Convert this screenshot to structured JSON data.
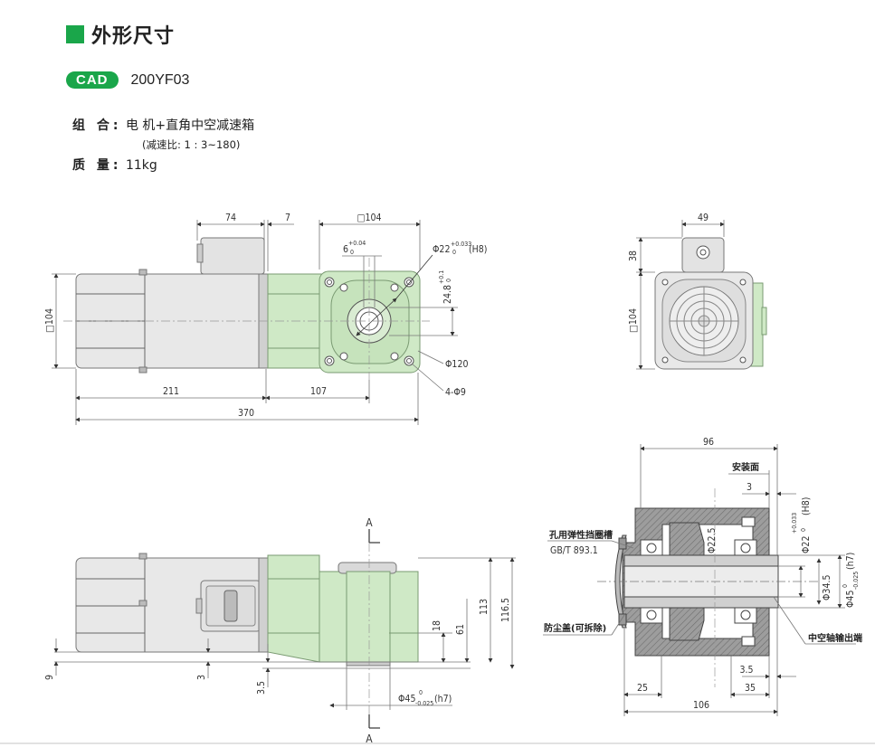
{
  "header": {
    "title": "外形尺寸"
  },
  "cad": {
    "badge": "CAD",
    "model": "200YF03"
  },
  "spec": {
    "combo_label": "组 合:",
    "combo_value": "电 机+直角中空减速箱",
    "ratio_note": "(减速比: 1 : 3~180)",
    "mass_label": "质 量:",
    "mass_value": "11kg"
  },
  "dims": {
    "d74": "74",
    "d7": "7",
    "d104_top": "□104",
    "d6": "6",
    "d6_tol": "+0.04",
    "d6_tol0": "0",
    "d22": "Φ22",
    "d22_tol": "+0.033",
    "d22_tol0": "0",
    "d22_fit": "(H8)",
    "d24": "24.8",
    "d24_tol": "+0.1",
    "d24_tol0": "0",
    "d120": "Φ120",
    "d4phi9": "4-Φ9",
    "d104_left": "□104",
    "d211": "211",
    "d107": "107",
    "d370": "370",
    "d49": "49",
    "d38": "38",
    "d104_side": "□104",
    "secA": "A",
    "d9": "9",
    "d3": "3",
    "d35": "3.5",
    "d18": "18",
    "d61": "61",
    "d113": "113",
    "d1165": "116.5",
    "d45": "Φ45",
    "d45_tol": "0",
    "d45_tol2": "-0.025",
    "d45_fit": "(h7)",
    "d96": "96",
    "d3b": "3",
    "d225": "Φ22.5",
    "d345": "Φ34.5",
    "d22b": "Φ22",
    "d22b_tol": "+0.033",
    "d22b_tol0": "0",
    "d22b_fit": "(H8)",
    "d45b": "Φ45",
    "d45b_tol": "0",
    "d45b_tol2": "-0.025",
    "d45b_fit": "(h7)",
    "d25": "25",
    "d35b": "3.5",
    "d35c": "35",
    "d106": "106"
  },
  "labels": {
    "mount_face": "安装面",
    "snap_ring": "孔用弹性挡圈槽",
    "gb": "GB/T 893.1",
    "dust_cover": "防尘盖(可拆除)",
    "hollow_out": "中空轴输出端"
  },
  "colors": {
    "accent": "#1aa64a",
    "gearbox": "#cfe9c6",
    "motor": "#e6e6e6",
    "section": "#9a9a9a"
  }
}
